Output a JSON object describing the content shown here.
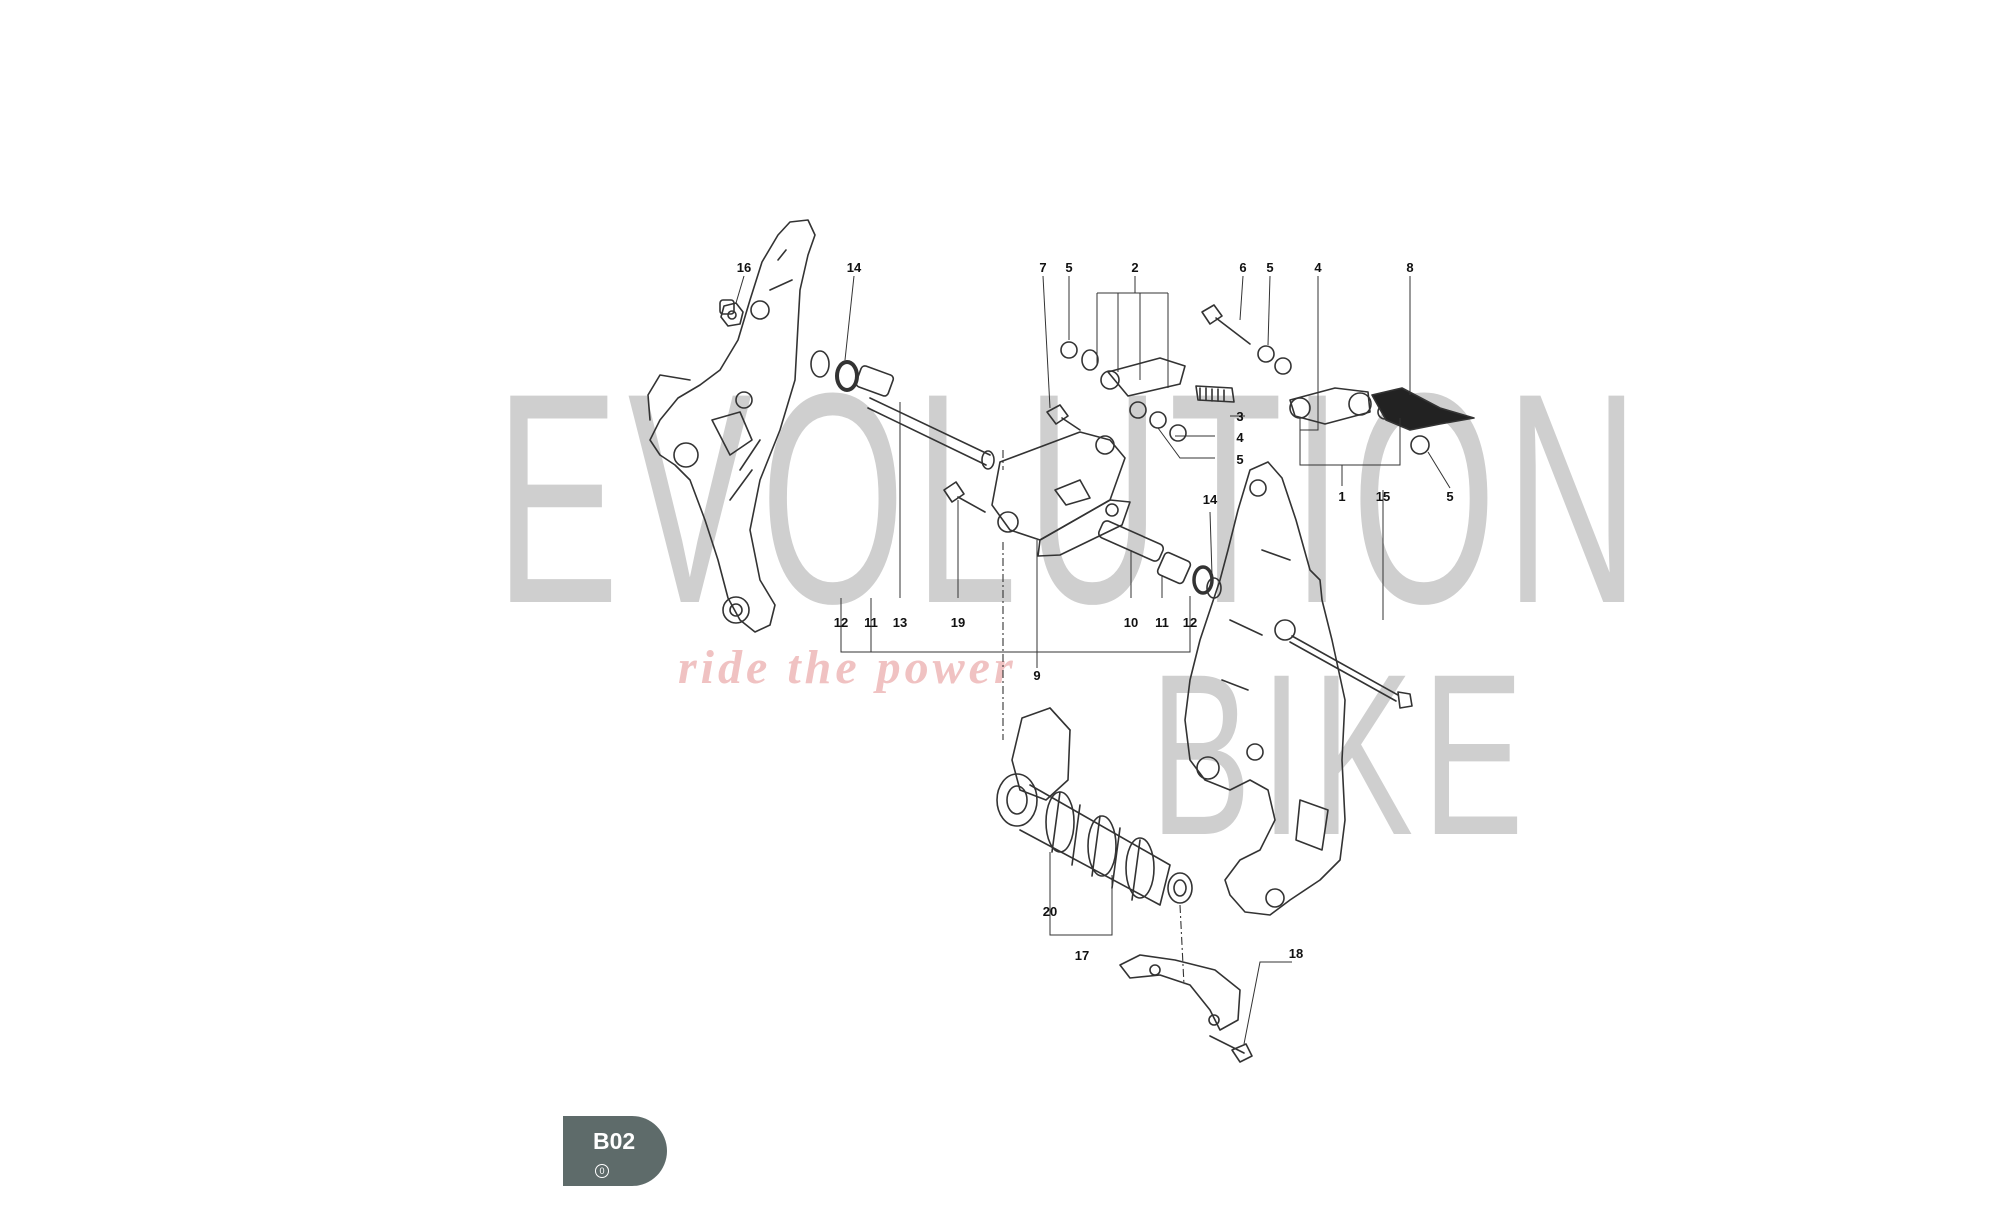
{
  "watermark": {
    "main": "EVOLUTION",
    "sub": "BIKE",
    "tagline": "ride the power"
  },
  "badge": {
    "code": "B02",
    "revision": "0"
  },
  "callouts": [
    {
      "text": "16"
    },
    {
      "text": "14"
    },
    {
      "text": "7"
    },
    {
      "text": "5"
    },
    {
      "text": "2"
    },
    {
      "text": "6"
    },
    {
      "text": "5"
    },
    {
      "text": "4"
    },
    {
      "text": "8"
    },
    {
      "text": "3"
    },
    {
      "text": "4"
    },
    {
      "text": "5"
    },
    {
      "text": "1"
    },
    {
      "text": "15"
    },
    {
      "text": "5"
    },
    {
      "text": "14"
    },
    {
      "text": "12"
    },
    {
      "text": "11"
    },
    {
      "text": "13"
    },
    {
      "text": "19"
    },
    {
      "text": "10"
    },
    {
      "text": "11"
    },
    {
      "text": "12"
    },
    {
      "text": "9"
    },
    {
      "text": "20"
    },
    {
      "text": "17"
    },
    {
      "text": "18"
    }
  ]
}
